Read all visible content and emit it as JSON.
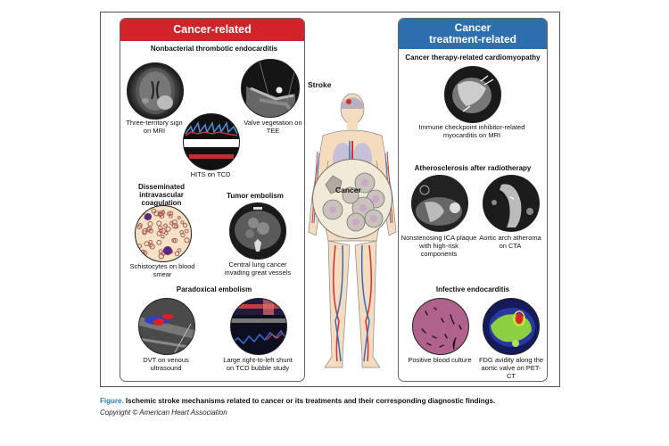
{
  "left_panel": {
    "title": "Cancer-related",
    "color": "#d2232a",
    "sections": [
      {
        "title": "Nonbacterial thrombotic endocarditis",
        "items": [
          {
            "caption": "Three-territory sign on MRI",
            "image": "brain-mri"
          },
          {
            "caption": "Valve vegetation on TEE",
            "image": "tee-echo"
          },
          {
            "caption": "HITS on TCD",
            "image": "tcd-doppler"
          }
        ]
      },
      {
        "title": "Disseminated intravascular coagulation",
        "items": [
          {
            "caption": "Schistocytes on blood smear",
            "image": "blood-smear"
          }
        ]
      },
      {
        "title": "Tumor embolism",
        "items": [
          {
            "caption": "Central lung cancer invading great vessels",
            "image": "chest-ct"
          }
        ]
      },
      {
        "title": "Paradoxical embolism",
        "items": [
          {
            "caption": "DVT on venous ultrasound",
            "image": "venous-ultrasound"
          },
          {
            "caption": "Large right-to-left shunt on TCD bubble study",
            "image": "tcd-bubble"
          }
        ]
      }
    ]
  },
  "right_panel": {
    "title_line1": "Cancer",
    "title_line2": "treatment-related",
    "color": "#2d6fae",
    "sections": [
      {
        "title": "Cancer therapy-related cardiomyopathy",
        "items": [
          {
            "caption": "Immune checkpoint inhibitor-related myocarditis on MRI",
            "image": "cardiac-mri"
          }
        ]
      },
      {
        "title": "Atherosclerosis after radiotherapy",
        "items": [
          {
            "caption": "Nonstenosing ICA plaque with high-risk components",
            "image": "ica-ct"
          },
          {
            "caption": "Aortic arch atheroma on CTA",
            "image": "aortic-cta"
          }
        ]
      },
      {
        "title": "Infective endocarditis",
        "items": [
          {
            "caption": "Positive blood culture",
            "image": "blood-culture"
          },
          {
            "caption": "FDG avidity along the aortic valve on PET-CT",
            "image": "pet-ct"
          }
        ]
      }
    ]
  },
  "center": {
    "stroke_label": "Stroke",
    "cancer_label": "Cancer"
  },
  "caption": {
    "figure_label": "Figure.",
    "text": " Ischemic stroke mechanisms related to cancer or its treatments and their corresponding diagnostic findings."
  },
  "copyright": "Copyright © American Heart Association"
}
